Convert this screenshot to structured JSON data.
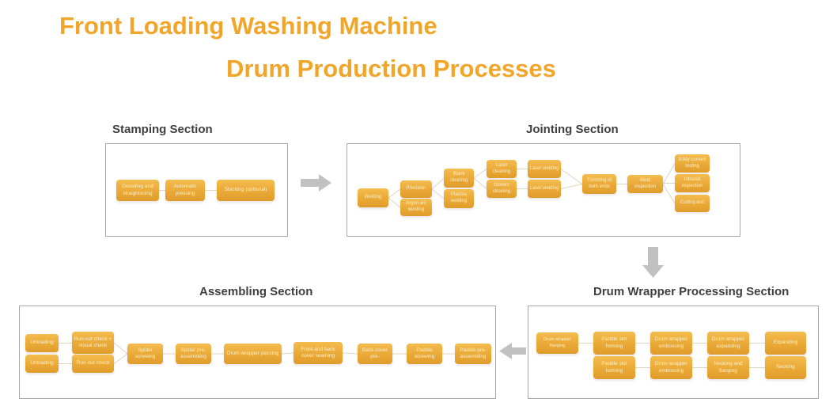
{
  "title": {
    "line1": "Front Loading Washing Machine",
    "line2": "Drum Production Processes"
  },
  "palette": {
    "accent_orange": "#F2A629",
    "node_fill": "#EAA937",
    "node_text": "#F9EFCB",
    "heading_text": "#3F3F3F",
    "panel_border": "#A8A8A8",
    "connector": "#E0D6BE",
    "arrow_gray": "#C1C1C1"
  },
  "sections": [
    {
      "name": "Stamping Section",
      "nodes": [
        {
          "label": "Decoiling and straightening"
        },
        {
          "label": "Automatic pressing"
        },
        {
          "label": "Stacking (optional)"
        }
      ]
    },
    {
      "name": "Jointing Section",
      "nodes": [
        {
          "label": "Welding"
        },
        {
          "label": "Precision"
        },
        {
          "label": "Argon arc welding"
        },
        {
          "label": "Blank cleaning"
        },
        {
          "label": "Plasma welding"
        },
        {
          "label": "Laser cleaning"
        },
        {
          "label": "Solvent cleaning"
        },
        {
          "label": "Laser welding"
        },
        {
          "label": "Laser welding"
        },
        {
          "label": "Trimming of both ends"
        },
        {
          "label": "Weld inspection"
        },
        {
          "label": "Eddy current testing"
        },
        {
          "label": "Infrared inspection"
        },
        {
          "label": "Cutting test"
        }
      ]
    },
    {
      "name": "Assembling Section",
      "nodes": [
        {
          "label": "Unloading"
        },
        {
          "label": "Unloading"
        },
        {
          "label": "Run-out check + visual check"
        },
        {
          "label": "Run-out check"
        },
        {
          "label": "Spider screwing"
        },
        {
          "label": "Spider pre-assembling"
        },
        {
          "label": "Drum wrapper piercing"
        },
        {
          "label": "Front and back cover seaming"
        },
        {
          "label": "Back cover pre-"
        },
        {
          "label": "Paddle screwing"
        },
        {
          "label": "Paddle pre-assembling"
        }
      ]
    },
    {
      "name": "Drum Wrapper Processing Section",
      "nodes": [
        {
          "label": "Drum wrapper flanging"
        },
        {
          "label": "Paddle slot forming"
        },
        {
          "label": "Drum wrapper embossing"
        },
        {
          "label": "Drum wrapper expanding"
        },
        {
          "label": "Expanding"
        },
        {
          "label": "Paddle slot forming"
        },
        {
          "label": "Drum wrapper embossing"
        },
        {
          "label": "Necking and flanging"
        },
        {
          "label": "Necking"
        }
      ]
    }
  ],
  "arrows": [
    {
      "name": "stamping-to-jointing",
      "direction": "right"
    },
    {
      "name": "jointing-to-drum-wrapper",
      "direction": "down"
    },
    {
      "name": "drum-wrapper-to-assembling",
      "direction": "left"
    }
  ]
}
